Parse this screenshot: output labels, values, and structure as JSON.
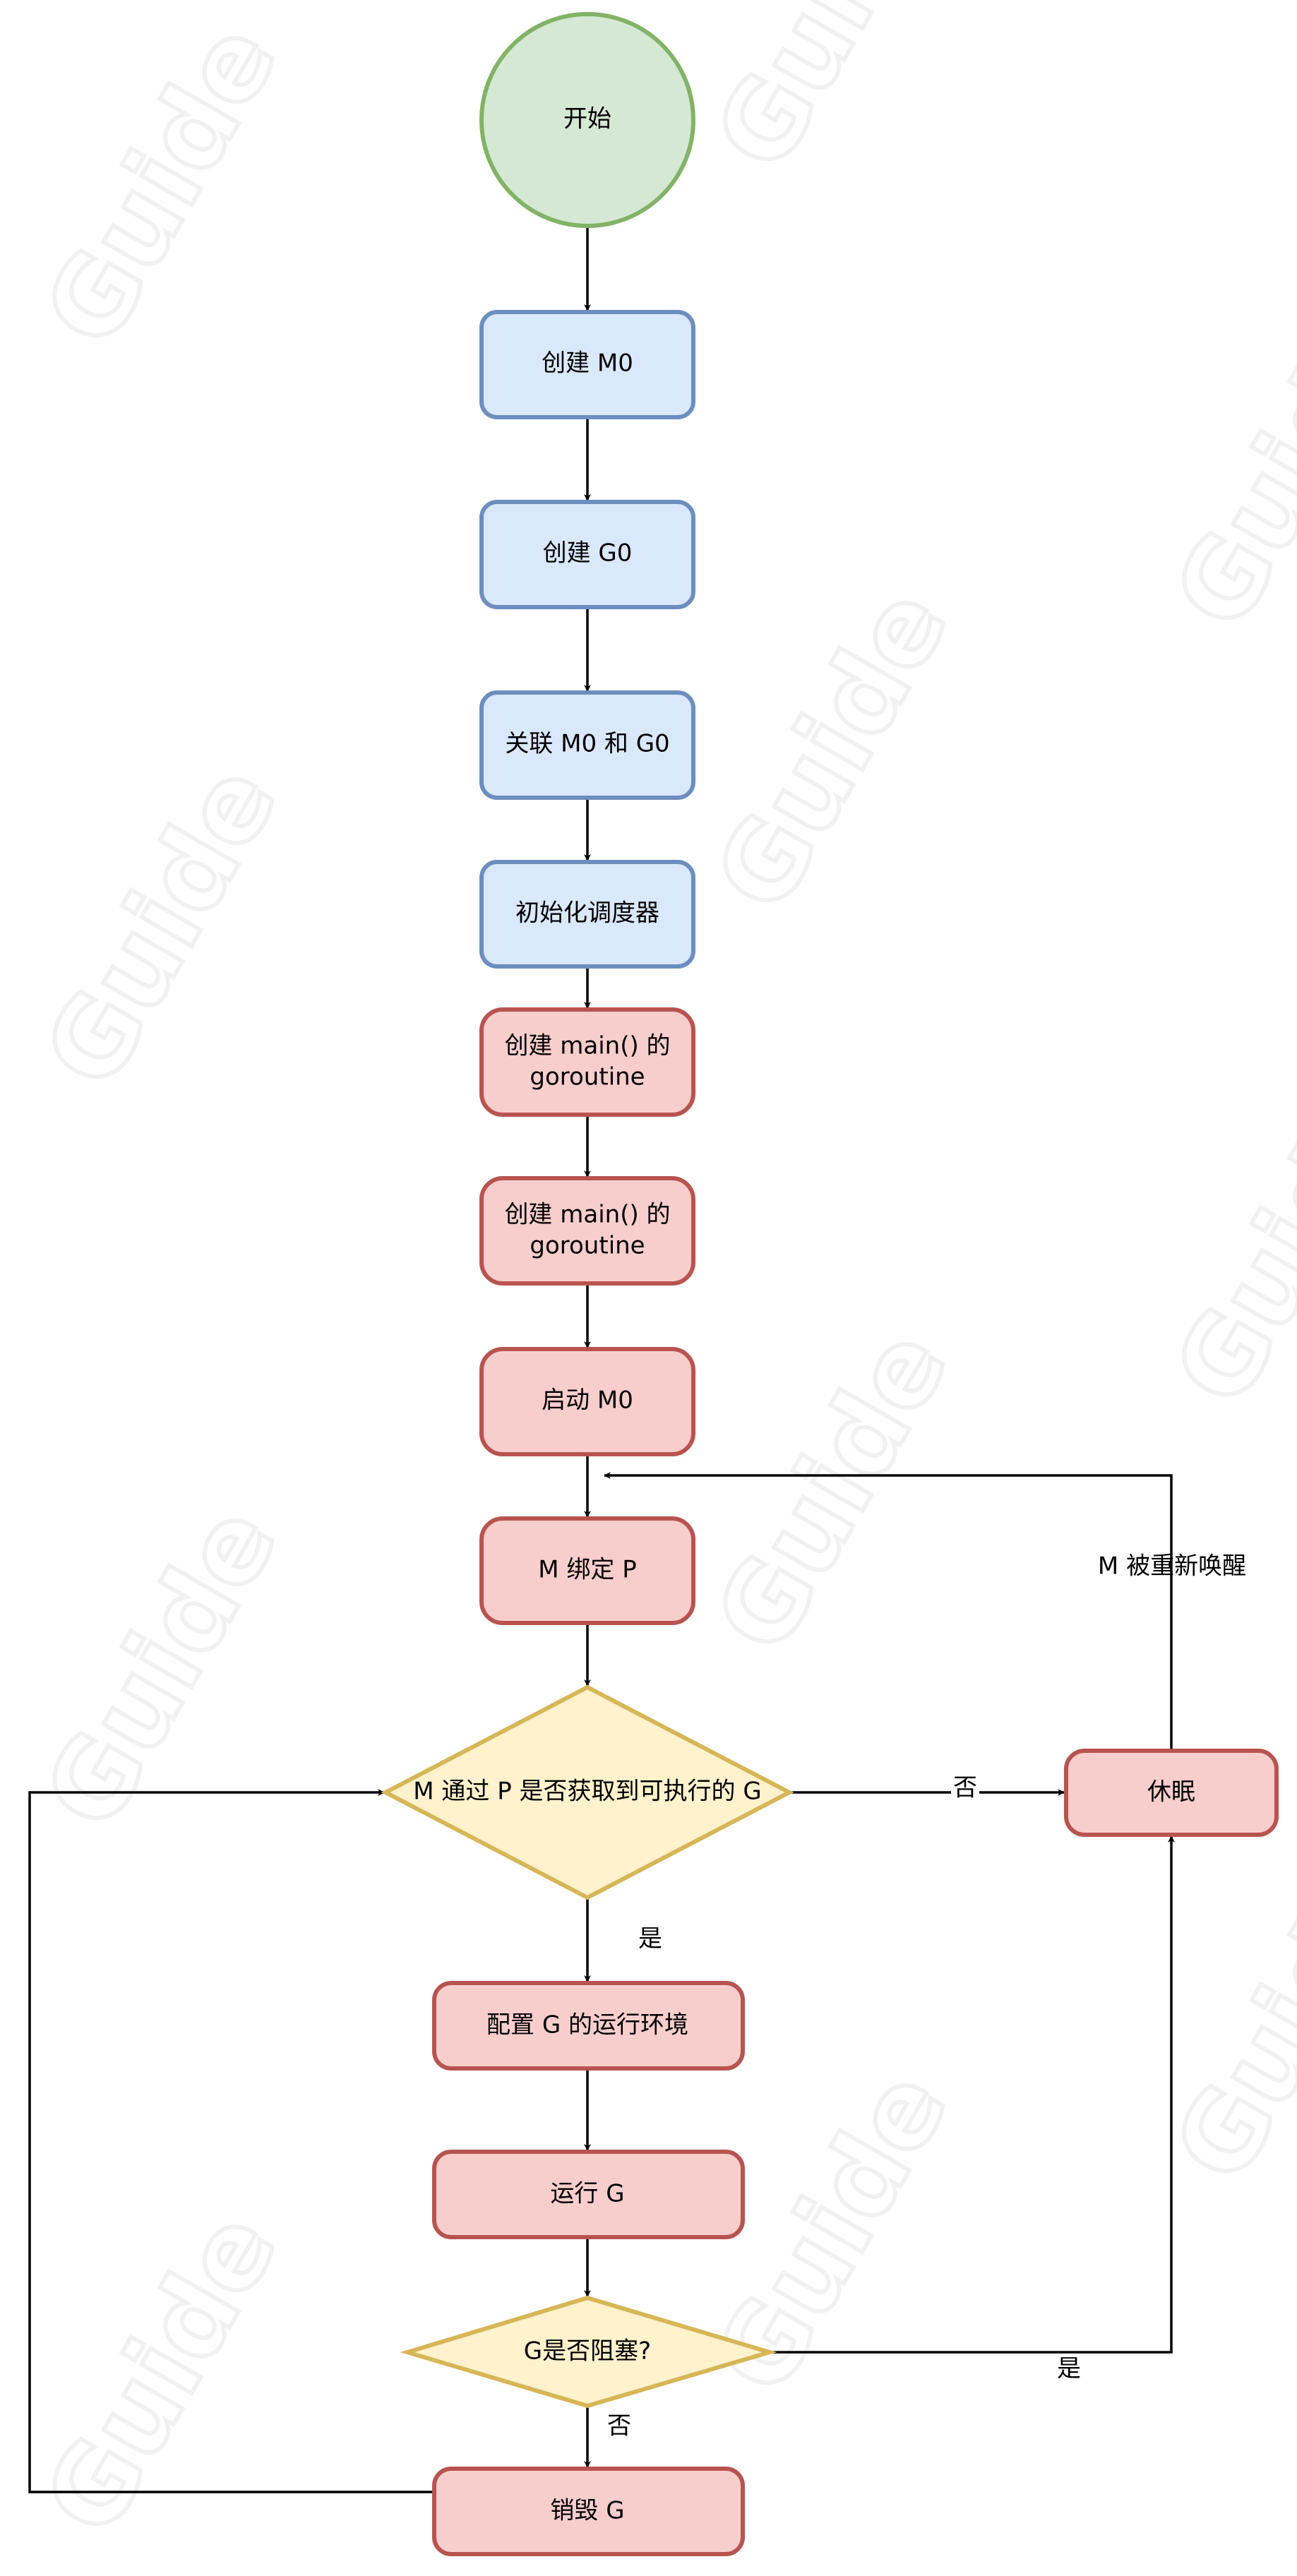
{
  "watermark": "Guide",
  "colors": {
    "blue_fill": "#dae8fc",
    "blue_stroke": "#6c8ebf",
    "red_fill": "#f8cecc",
    "red_stroke": "#b85450",
    "yellow_fill": "#fff2cc",
    "yellow_stroke": "#d6b656",
    "green_fill": "#d5e8d4",
    "green_stroke": "#82b366"
  },
  "nodes": {
    "start": "开始",
    "create_m0": "创建 M0",
    "create_g0": "创建 G0",
    "bind_m0_g0": "关联 M0 和 G0",
    "init_scheduler": "初始化调度器",
    "create_main_1": [
      "创建 main() 的",
      "goroutine"
    ],
    "create_main_2": [
      "创建 main() 的",
      "goroutine"
    ],
    "start_m0": "启动 M0",
    "m_bind_p": "M 绑定 P",
    "decision_get_g": "M 通过 P 是否获取到可执行的 G",
    "sleep": "休眠",
    "config_g": "配置 G 的运行环境",
    "run_g": "运行 G",
    "decision_blocked": "G是否阻塞?",
    "destroy_g": "销毁 G"
  },
  "edge_labels": {
    "get_g_no": "否",
    "get_g_yes": "是",
    "woken": "M 被重新唤醒",
    "blocked_yes": "是",
    "blocked_no": "否"
  }
}
